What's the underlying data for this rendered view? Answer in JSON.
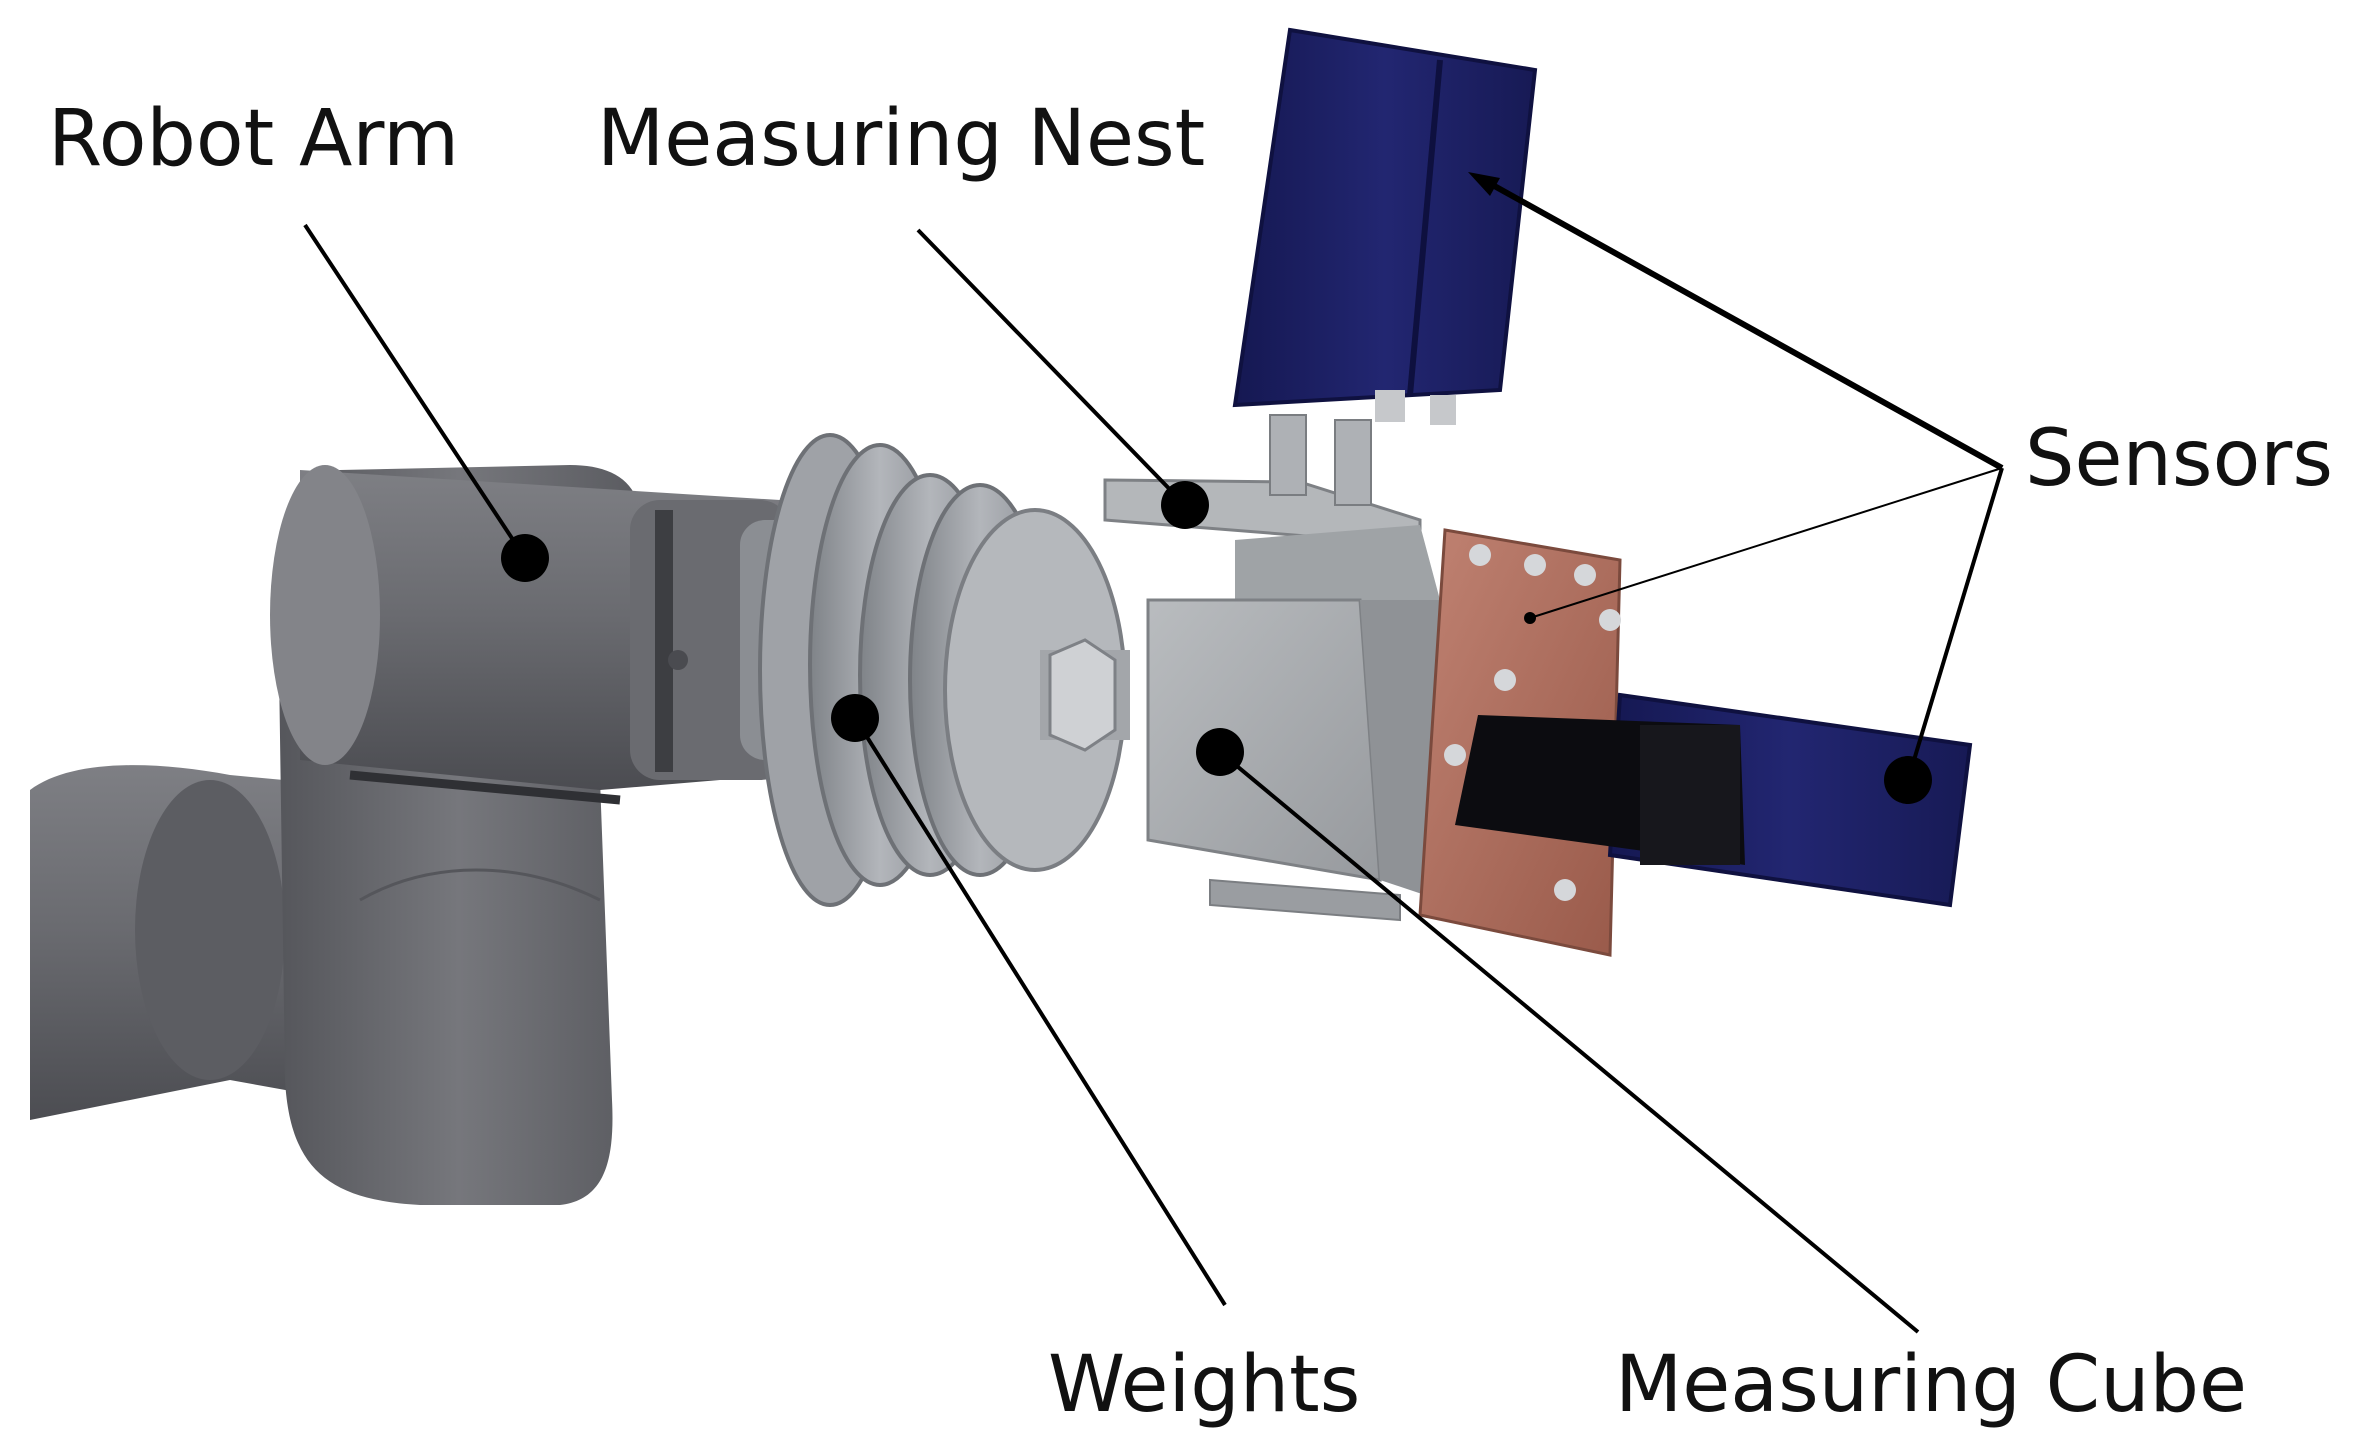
{
  "labels": {
    "robot_arm": "Robot Arm",
    "measuring_nest": "Measuring Nest",
    "sensors": "Sensors",
    "weights": "Weights",
    "measuring_cube": "Measuring Cube"
  },
  "colors": {
    "background": "#ffffff",
    "arm_gray": "#6b6c70",
    "arm_dark": "#4f5054",
    "weights_gray": "#9ea2a8",
    "cube_gray": "#a7aaad",
    "copper_plate": "#b06f5e",
    "sensor_navy": "#1b1f5e",
    "sensor_black": "#0d0d10",
    "leader_line": "#000000"
  }
}
